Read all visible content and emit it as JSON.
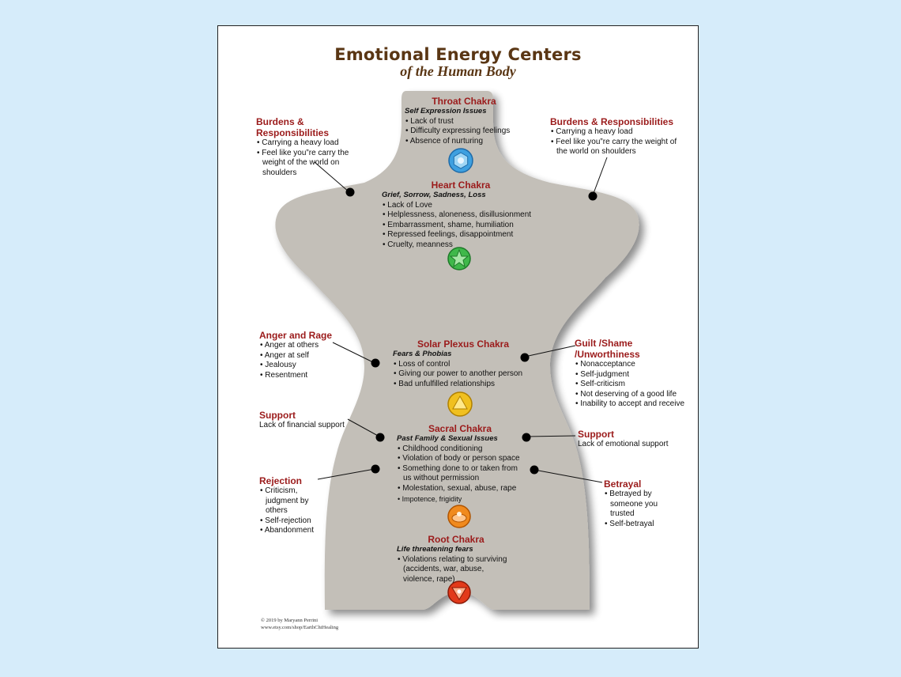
{
  "title": "Emotional Energy Centers",
  "subtitle": "of the Human Body",
  "chakras": {
    "throat": {
      "name": "Throat Chakra",
      "subtitle": "Self Expression Issues",
      "items": [
        "Lack of trust",
        "Difficulty expressing feelings",
        "Absence of nurturing"
      ],
      "color": "#3ea0e0"
    },
    "heart": {
      "name": "Heart Chakra",
      "subtitle": "Grief, Sorrow, Sadness, Loss",
      "items": [
        "Lack of Love",
        "Helplessness, aloneness, disillusionment",
        "Embarrassment, shame, humiliation",
        "Repressed feelings, disappointment",
        "Cruelty, meanness"
      ],
      "color": "#3fb84a"
    },
    "solar": {
      "name": "Solar Plexus Chakra",
      "subtitle": "Fears & Phobias",
      "items": [
        "Loss of control",
        "Giving our power to another person",
        "Bad unfulfilled relationships"
      ],
      "color": "#f0c020"
    },
    "sacral": {
      "name": "Sacral Chakra",
      "subtitle": "Past Family & Sexual Issues",
      "items": [
        "Childhood conditioning",
        "Violation of body or person space",
        "Something done to or taken from us without permission",
        "Molestation, sexual, abuse, rape",
        "Impotence, frigidity"
      ],
      "color": "#f08a1e"
    },
    "root": {
      "name": "Root Chakra",
      "subtitle": "Life threatening fears",
      "items": [
        "Violations relating to surviving (accidents, war, abuse, violence, rape)"
      ],
      "color": "#e23a1a"
    }
  },
  "callouts": {
    "burdens_left": {
      "heading": "Burdens & Responsibilities",
      "items": [
        "Carrying a heavy load",
        "Feel like you”re carry the weight of the world on shoulders"
      ]
    },
    "burdens_right": {
      "heading": "Burdens & Responsibilities",
      "items": [
        "Carrying a heavy load",
        "Feel like you”re carry the weight of the world on shoulders"
      ]
    },
    "anger": {
      "heading": "Anger and Rage",
      "items": [
        "Anger at others",
        "Anger at self",
        "Jealousy",
        "Resentment"
      ]
    },
    "guilt": {
      "heading": "Guilt /Shame /Unworthiness",
      "items": [
        "Nonacceptance",
        "Self-judgment",
        "Self-criticism",
        "Not deserving of a good life",
        "Inability to accept and receive"
      ]
    },
    "support_left": {
      "heading": "Support",
      "items": [
        "Lack of financial support"
      ]
    },
    "support_right": {
      "heading": "Support",
      "items": [
        "Lack of emotional support"
      ]
    },
    "rejection": {
      "heading": "Rejection",
      "items": [
        "Criticism, judgment by others",
        "Self-rejection",
        "Abandonment"
      ]
    },
    "betrayal": {
      "heading": "Betrayal",
      "items": [
        "Betrayed by someone you trusted",
        "Self-betrayal"
      ]
    }
  },
  "copyright": {
    "line1": "© 2019 by Maryann Perrini",
    "line2": "www.etsy.com/shop/EarthChiHealing"
  },
  "colors": {
    "body_fill": "#c3bfb8",
    "heading": "#9b1b1b",
    "title": "#5a3614",
    "background": "#d6ecfa"
  }
}
